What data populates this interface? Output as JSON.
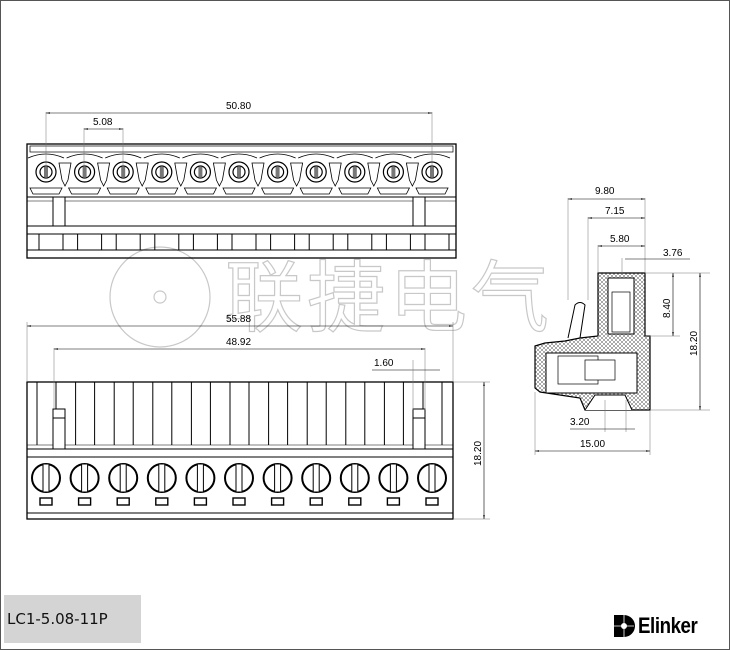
{
  "watermark": {
    "text": "联捷电气"
  },
  "front_view": {
    "pin_count": 11,
    "dims": {
      "overall_pitch_span": "50.80",
      "pitch": "5.08"
    }
  },
  "bottom_view": {
    "dims": {
      "total_length": "55.88",
      "latch_span": "48.92",
      "latch_width": "1.60",
      "height": "18.20"
    }
  },
  "side_view": {
    "dims": {
      "d1": "9.80",
      "d2": "7.15",
      "d3": "5.80",
      "d4": "3.76",
      "d5": "8.40",
      "d6": "18.20",
      "d7": "3.20",
      "d8": "15.00"
    }
  },
  "footer": {
    "part_number": "LC1-5.08-11P",
    "brand": "Elinker"
  }
}
